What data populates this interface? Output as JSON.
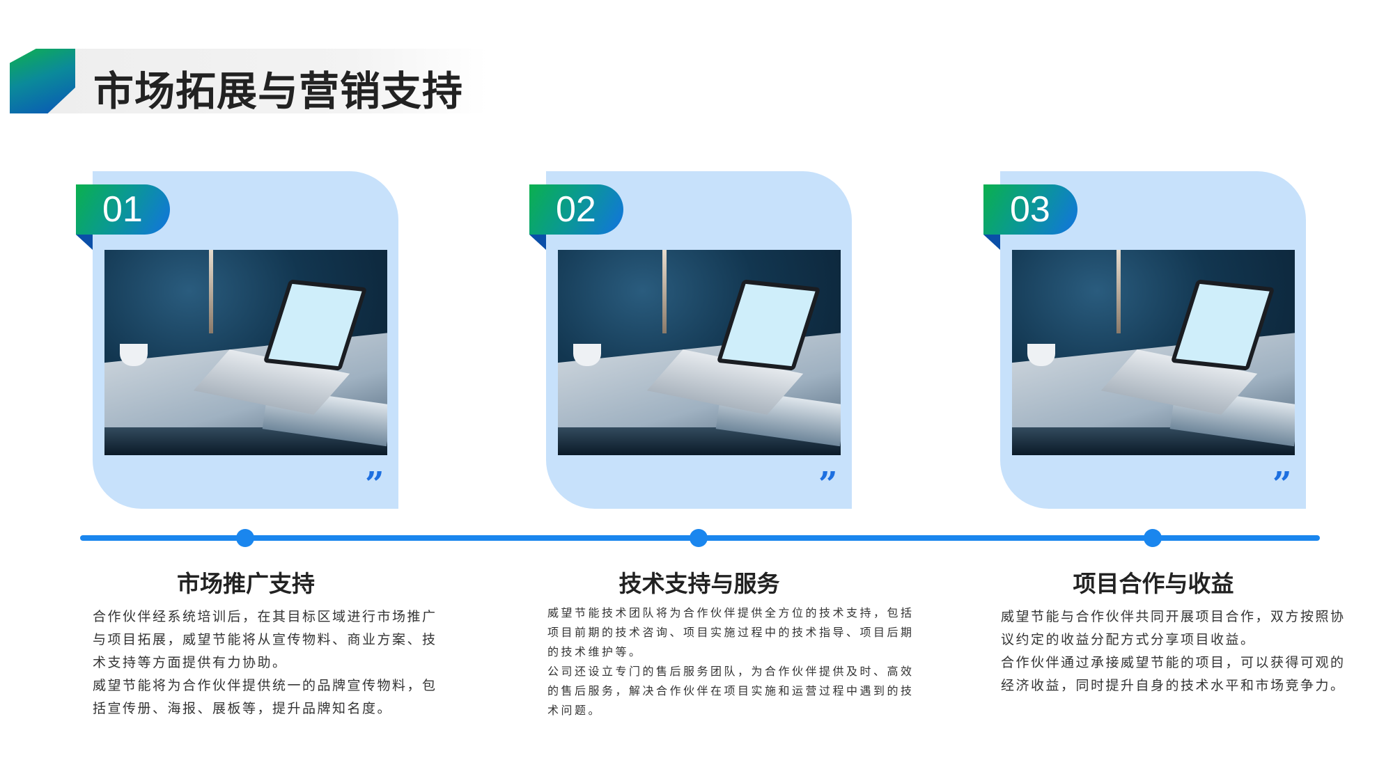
{
  "page": {
    "title": "市场拓展与营销支持"
  },
  "colors": {
    "accent": "#1a86ee",
    "card_bg": "#c7e1fb",
    "green": "#0bb04e",
    "blue": "#1273e0"
  },
  "cards": [
    {
      "number": "01",
      "image": "laptop-on-desk-photo",
      "quote_icon": "”",
      "heading": "市场推广支持",
      "lines": [
        "合作伙伴经系统培训后，在其目标区域进行市场推广",
        "与项目拓展，威望节能将从宣传物料、商业方案、技",
        "术支持等方面提供有力协助。",
        "威望节能将为合作伙伴提供统一的品牌宣传物料，包",
        "括宣传册、海报、展板等，提升品牌知名度。"
      ]
    },
    {
      "number": "02",
      "image": "laptop-on-desk-photo",
      "quote_icon": "”",
      "heading": "技术支持与服务",
      "lines": [
        "威望节能技术团队将为合作伙伴提供全方位的技术支持，包括",
        "项目前期的技术咨询、项目实施过程中的技术指导、项目后期",
        "的技术维护等。",
        "公司还设立专门的售后服务团队，为合作伙伴提供及时、高效",
        "的售后服务，解决合作伙伴在项目实施和运营过程中遇到的技",
        "术问题。"
      ]
    },
    {
      "number": "03",
      "image": "laptop-on-desk-photo",
      "quote_icon": "”",
      "heading": "项目合作与收益",
      "lines": [
        "威望节能与合作伙伴共同开展项目合作，双方按照协",
        "议约定的收益分配方式分享项目收益。",
        "合作伙伴通过承接威望节能的项目，可以获得可观的",
        "经济收益，同时提升自身的技术水平和市场竞争力。"
      ]
    }
  ]
}
